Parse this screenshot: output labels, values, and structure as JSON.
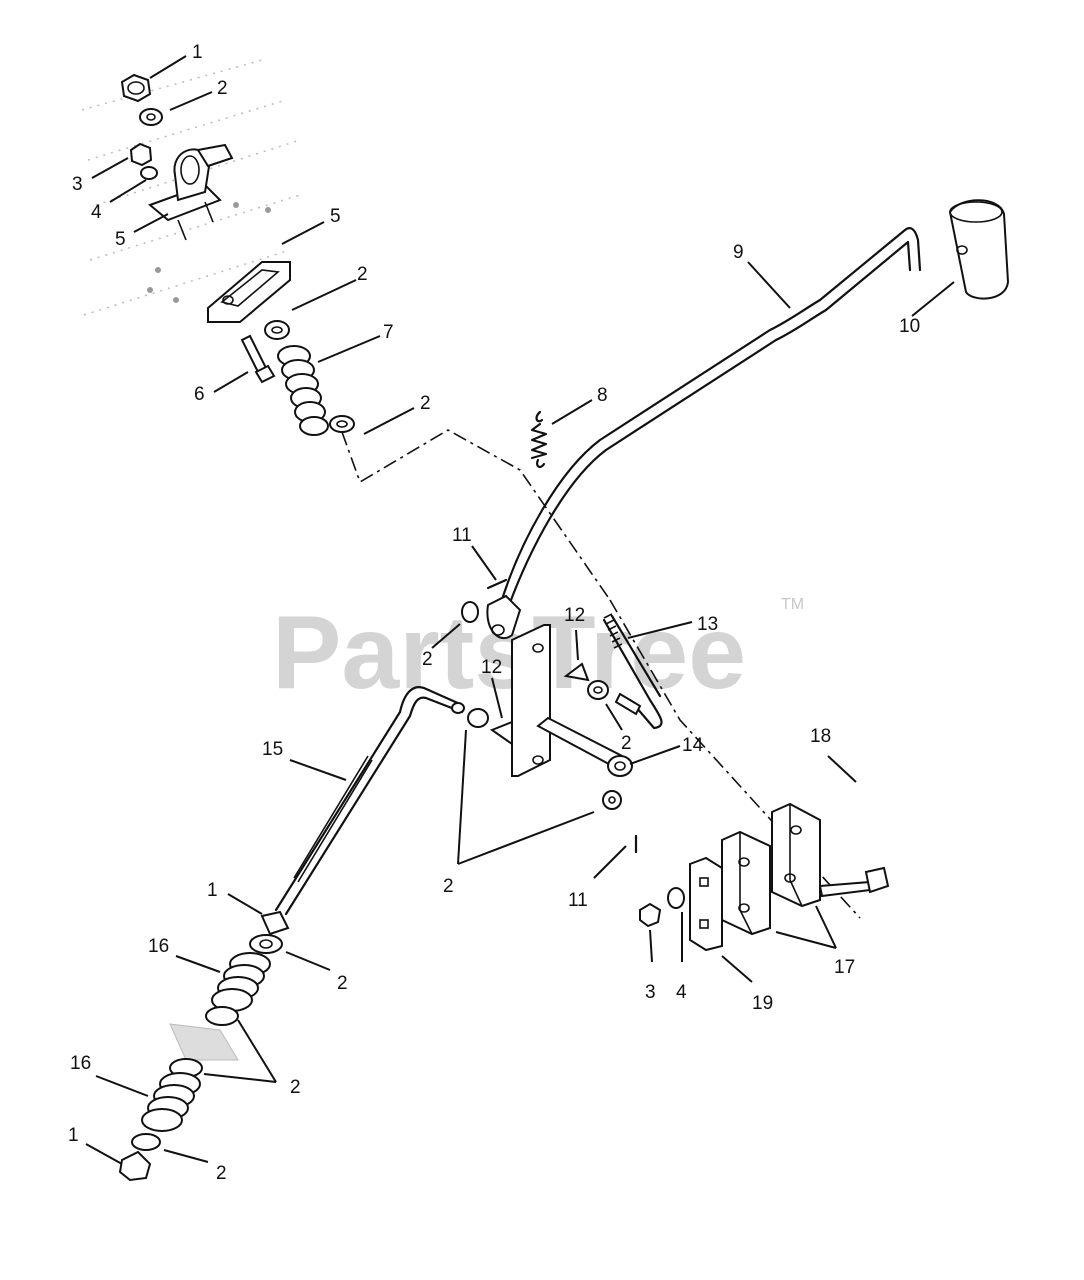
{
  "watermark": {
    "text": "PartsTree",
    "trademark": "TM"
  },
  "callouts": [
    {
      "id": "c1a",
      "text": "1"
    },
    {
      "id": "c2a",
      "text": "2"
    },
    {
      "id": "c3a",
      "text": "3"
    },
    {
      "id": "c4a",
      "text": "4"
    },
    {
      "id": "c5a",
      "text": "5"
    },
    {
      "id": "c5b",
      "text": "5"
    },
    {
      "id": "c2b",
      "text": "2"
    },
    {
      "id": "c7",
      "text": "7"
    },
    {
      "id": "c6",
      "text": "6"
    },
    {
      "id": "c2c",
      "text": "2"
    },
    {
      "id": "c8",
      "text": "8"
    },
    {
      "id": "c9",
      "text": "9"
    },
    {
      "id": "c10",
      "text": "10"
    },
    {
      "id": "c11a",
      "text": "11"
    },
    {
      "id": "c2d",
      "text": "2"
    },
    {
      "id": "c12a",
      "text": "12"
    },
    {
      "id": "c13",
      "text": "13"
    },
    {
      "id": "c12b",
      "text": "12"
    },
    {
      "id": "c2e",
      "text": "2"
    },
    {
      "id": "c14",
      "text": "14"
    },
    {
      "id": "c15",
      "text": "15"
    },
    {
      "id": "c18",
      "text": "18"
    },
    {
      "id": "c2f",
      "text": "2"
    },
    {
      "id": "c11b",
      "text": "11"
    },
    {
      "id": "c1b",
      "text": "1"
    },
    {
      "id": "c16a",
      "text": "16"
    },
    {
      "id": "c2g",
      "text": "2"
    },
    {
      "id": "c2h",
      "text": "2"
    },
    {
      "id": "c16b",
      "text": "16"
    },
    {
      "id": "c1c",
      "text": "1"
    },
    {
      "id": "c2i",
      "text": "2"
    },
    {
      "id": "c3b",
      "text": "3"
    },
    {
      "id": "c4b",
      "text": "4"
    },
    {
      "id": "c19",
      "text": "19"
    },
    {
      "id": "c17",
      "text": "17"
    }
  ]
}
